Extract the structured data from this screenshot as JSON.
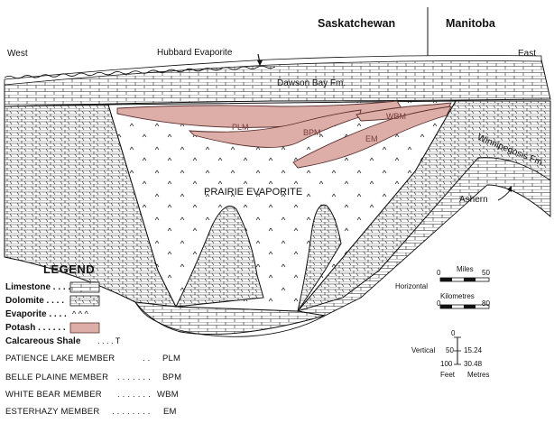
{
  "regions": {
    "sask": "Saskatchewan",
    "manitoba": "Manitoba"
  },
  "directions": {
    "west": "West",
    "east": "East"
  },
  "formations": {
    "hubbard": "Hubbard Evaporite",
    "dawson": "Dawson Bay Fm.",
    "winnipegosis": "Winnipegosis Fm.",
    "prairie": "PRAIRIE EVAPORITE",
    "ashern": "Ashern"
  },
  "potash_labels": {
    "plm": "PLM",
    "bpm": "BPM",
    "wbm": "WBM",
    "em": "EM"
  },
  "legend": {
    "title": "LEGEND",
    "items": [
      {
        "label": "Limestone . . . .",
        "symbol": "limestone"
      },
      {
        "label": "Dolomite . . . .",
        "symbol": "dolomite"
      },
      {
        "label": "Evaporite . . . .",
        "symbol": "evaporite",
        "suffix": "^  ^  ^"
      },
      {
        "label": "Potash . . . . . .",
        "symbol": "potash"
      },
      {
        "label": "Calcareous Shale",
        "symbol": "shale",
        "suffix": ". . . . T"
      }
    ]
  },
  "members": [
    {
      "name": "PATIENCE LAKE MEMBER",
      "dots": ". .",
      "code": "PLM"
    },
    {
      "name": "BELLE PLAINE MEMBER",
      "dots": ". . . . . . .",
      "code": "BPM"
    },
    {
      "name": "WHITE BEAR MEMBER",
      "dots": ". . . . . . .",
      "code": "WBM"
    },
    {
      "name": "ESTERHAZY MEMBER",
      "dots": ". . . . . . . .",
      "code": "EM"
    }
  ],
  "scale": {
    "horizontal_label": "Horizontal",
    "miles_label": "Miles",
    "miles_ticks": [
      "0",
      "50"
    ],
    "km_label": "Kilometres",
    "km_ticks": [
      "0",
      "80"
    ],
    "vertical_label": "Vertical",
    "feet_ticks": [
      "0",
      "50",
      "100"
    ],
    "metre_ticks": [
      "15.24",
      "30.48"
    ],
    "feet_label": "Feet",
    "metres_label": "Metres"
  },
  "colors": {
    "potash": "#dcaea7",
    "potash_stroke": "#5a3030",
    "line": "#111111"
  }
}
